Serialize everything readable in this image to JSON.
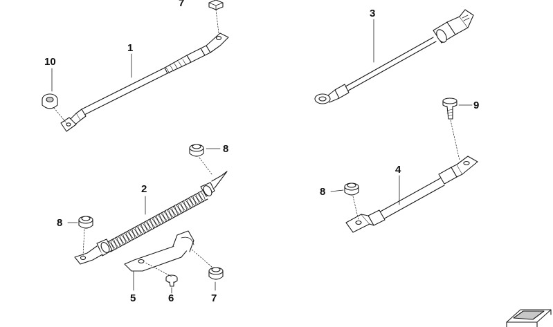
{
  "diagram": {
    "type": "exploded parts diagram",
    "callouts": [
      {
        "id": "c7a",
        "label": "7"
      },
      {
        "id": "c1",
        "label": "1"
      },
      {
        "id": "c10",
        "label": "10"
      },
      {
        "id": "c3",
        "label": "3"
      },
      {
        "id": "c9",
        "label": "9"
      },
      {
        "id": "c8a",
        "label": "8"
      },
      {
        "id": "c2",
        "label": "2"
      },
      {
        "id": "c8b",
        "label": "8"
      },
      {
        "id": "c4",
        "label": "4"
      },
      {
        "id": "c8c",
        "label": "8"
      },
      {
        "id": "c5",
        "label": "5"
      },
      {
        "id": "c6",
        "label": "6"
      },
      {
        "id": "c7b",
        "label": "7"
      }
    ],
    "parts": [
      {
        "part": "1",
        "icon": "ground-strap-braided"
      },
      {
        "part": "2",
        "icon": "ground-strap-corrugated"
      },
      {
        "part": "3",
        "icon": "ground-cable-ring-terminal"
      },
      {
        "part": "4",
        "icon": "ground-strap"
      },
      {
        "part": "5",
        "icon": "bracket"
      },
      {
        "part": "6",
        "icon": "bolt"
      },
      {
        "part": "7",
        "icon": "nut"
      },
      {
        "part": "8",
        "icon": "nut"
      },
      {
        "part": "9",
        "icon": "bolt"
      },
      {
        "part": "10",
        "icon": "rubber-grommet"
      }
    ],
    "colors": {
      "line": "#1a1a1a",
      "fill": "#ffffff",
      "shade": "#c8c8c8"
    }
  }
}
